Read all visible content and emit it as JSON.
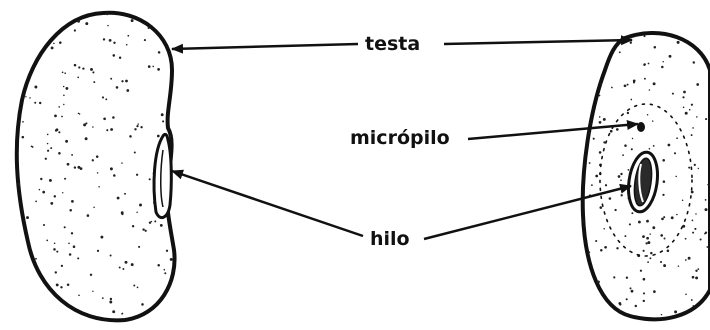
{
  "labels": {
    "testa": "testa",
    "micropyle": "micrópilo",
    "hilum": "hilo"
  },
  "colors": {
    "ink": "#111111",
    "background": "#ffffff"
  }
}
